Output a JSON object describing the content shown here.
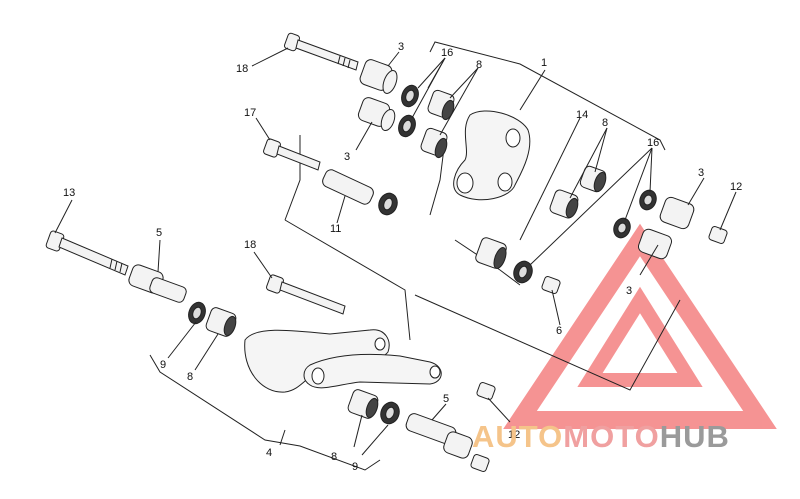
{
  "labels": {
    "p1": "1",
    "p3a": "3",
    "p3b": "3",
    "p3c": "3",
    "p3d": "3",
    "p4": "4",
    "p5a": "5",
    "p5b": "5",
    "p6": "6",
    "p8a": "8",
    "p8b": "8",
    "p8c": "8",
    "p8d": "8",
    "p9a": "9",
    "p9b": "9",
    "p11": "11",
    "p12a": "12",
    "p12b": "12",
    "p13": "13",
    "p14": "14",
    "p16a": "16",
    "p16b": "16",
    "p17": "17",
    "p18a": "18",
    "p18b": "18"
  },
  "watermark": {
    "part1": "AUTO",
    "part2": "MOTO",
    "part3": "HUB",
    "color1": "#f5c48a",
    "color2": "#f0a0a0",
    "color3": "#9a9a9a",
    "logo_color": "#ee3b3b"
  },
  "colors": {
    "line": "#222222",
    "part_fill": "#f3f3f3"
  }
}
